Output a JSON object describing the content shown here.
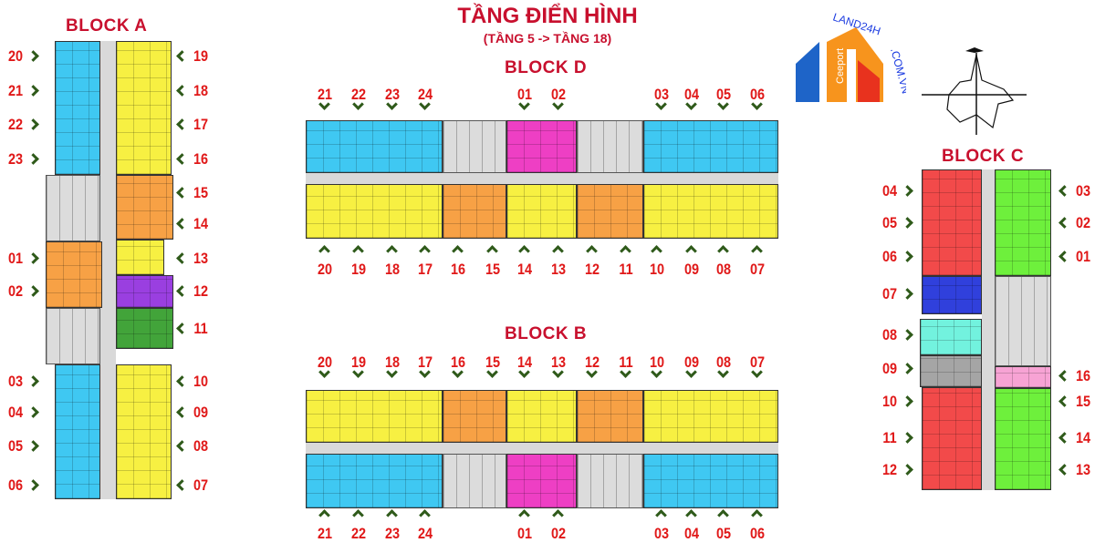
{
  "header": {
    "title": "TẦNG ĐIỂN HÌNH",
    "subtitle": "(TẦNG 5 -> TẦNG 18)"
  },
  "logo": {
    "text": "LAND24H.COM.VN",
    "brand": "Ceeport"
  },
  "colors": {
    "cyan": "#3fc8f2",
    "yellow": "#f7f042",
    "orange": "#f7a145",
    "magenta": "#ee3fc4",
    "purple": "#9a3fe0",
    "green": "#42a43a",
    "lime": "#6ef03c",
    "red": "#f24a4a",
    "blue": "#3040dc",
    "aqua": "#72f2de",
    "gray": "#a5a5a5",
    "pink": "#f7a3d4",
    "core": "#dcdcdc",
    "label": "#e01818",
    "chevron": "#2f5a1a"
  },
  "blockA": {
    "name": "BLOCK A",
    "left": [
      "20",
      "21",
      "22",
      "23",
      "01",
      "02",
      "03",
      "04",
      "05",
      "06"
    ],
    "right": [
      "19",
      "18",
      "17",
      "16",
      "15",
      "14",
      "13",
      "12",
      "11",
      "10",
      "09",
      "08",
      "07"
    ]
  },
  "blockD": {
    "name": "BLOCK D",
    "top": [
      "21",
      "22",
      "23",
      "24",
      "01",
      "02",
      "03",
      "04",
      "05",
      "06"
    ],
    "bottom": [
      "20",
      "19",
      "18",
      "17",
      "16",
      "15",
      "14",
      "13",
      "12",
      "11",
      "10",
      "09",
      "08",
      "07"
    ]
  },
  "blockB": {
    "name": "BLOCK B",
    "top": [
      "20",
      "19",
      "18",
      "17",
      "16",
      "15",
      "14",
      "13",
      "12",
      "11",
      "10",
      "09",
      "08",
      "07"
    ],
    "bottom": [
      "21",
      "22",
      "23",
      "24",
      "01",
      "02",
      "03",
      "04",
      "05",
      "06"
    ]
  },
  "blockC": {
    "name": "BLOCK C",
    "left": [
      "04",
      "05",
      "06",
      "07",
      "08",
      "09",
      "10",
      "11",
      "12"
    ],
    "right": [
      "03",
      "02",
      "01",
      "16",
      "15",
      "14",
      "13"
    ]
  }
}
